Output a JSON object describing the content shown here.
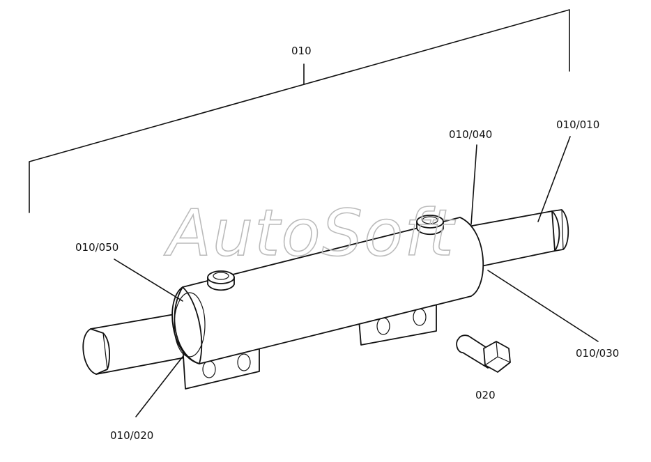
{
  "labels": {
    "assembly": "010",
    "shaft_right": "010/010",
    "cylinder_end": "010/040",
    "seal_left": "010/050",
    "shaft_left": "010/020",
    "shaft_end_right": "010/030",
    "bolt": "020"
  },
  "watermark": "AutoSoft"
}
